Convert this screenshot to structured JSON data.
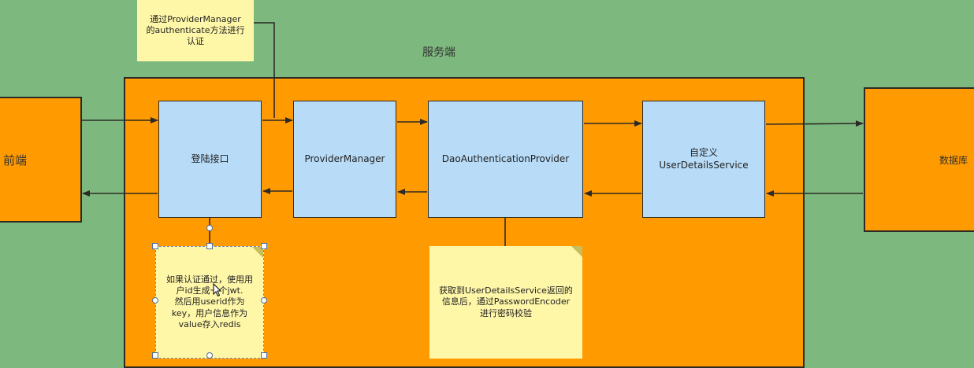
{
  "diagram": {
    "server_title": "服务端",
    "frontend": "前端",
    "database": "数据库",
    "boxes": {
      "login": "登陆接口",
      "provider_manager": "ProviderManager",
      "dao_provider": "DaoAuthenticationProvider",
      "uds": "自定义\nUserDetailsService"
    },
    "notes": {
      "top": "通过ProviderManager\n的authenticate方法进行\n认证",
      "jwt": "如果认证通过，使用用\n户id生成一个jwt.\n然后用userid作为\nkey，用户信息作为\nvalue存入redis",
      "encoder": "获取到UserDetailsService返回的\n信息后，通过PasswordEncoder\n进行密码校验"
    }
  },
  "colors": {
    "background": "#7db87f",
    "orange": "#ff9a00",
    "box_blue": "#b8dcf8",
    "note_yellow": "#fff7a8"
  }
}
